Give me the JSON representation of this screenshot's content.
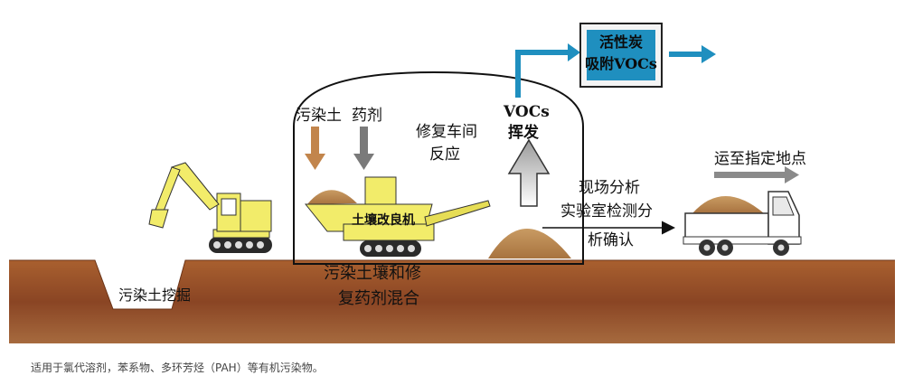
{
  "labels": {
    "excavation": "污染土挖掘",
    "contaminated_soil": "污染土",
    "reagent": "药剂",
    "workshop_line1": "修复车间",
    "workshop_line2": "反应",
    "soil_machine": "土壤改良机",
    "mixing_line1": "污染土壤和修",
    "mixing_line2": "复药剂混合",
    "vocs": "VOCs",
    "volatilize": "挥发",
    "carbon_line1": "活性炭",
    "carbon_line2": "吸附VOCs",
    "analysis_line1": "现场分析",
    "analysis_line2": "实验室检测分",
    "analysis_line3": "析确认",
    "transport": "运至指定地点"
  },
  "caption": "适用于氯代溶剂，苯系物、多环芳烃（PAH）等有机污染物。",
  "colors": {
    "ground_top": "#a05a2c",
    "ground_bottom": "#7a3a1c",
    "soil": "#c4925c",
    "machine_yellow": "#f2ec6a",
    "pipe_blue": "#1f8fbf"
  }
}
